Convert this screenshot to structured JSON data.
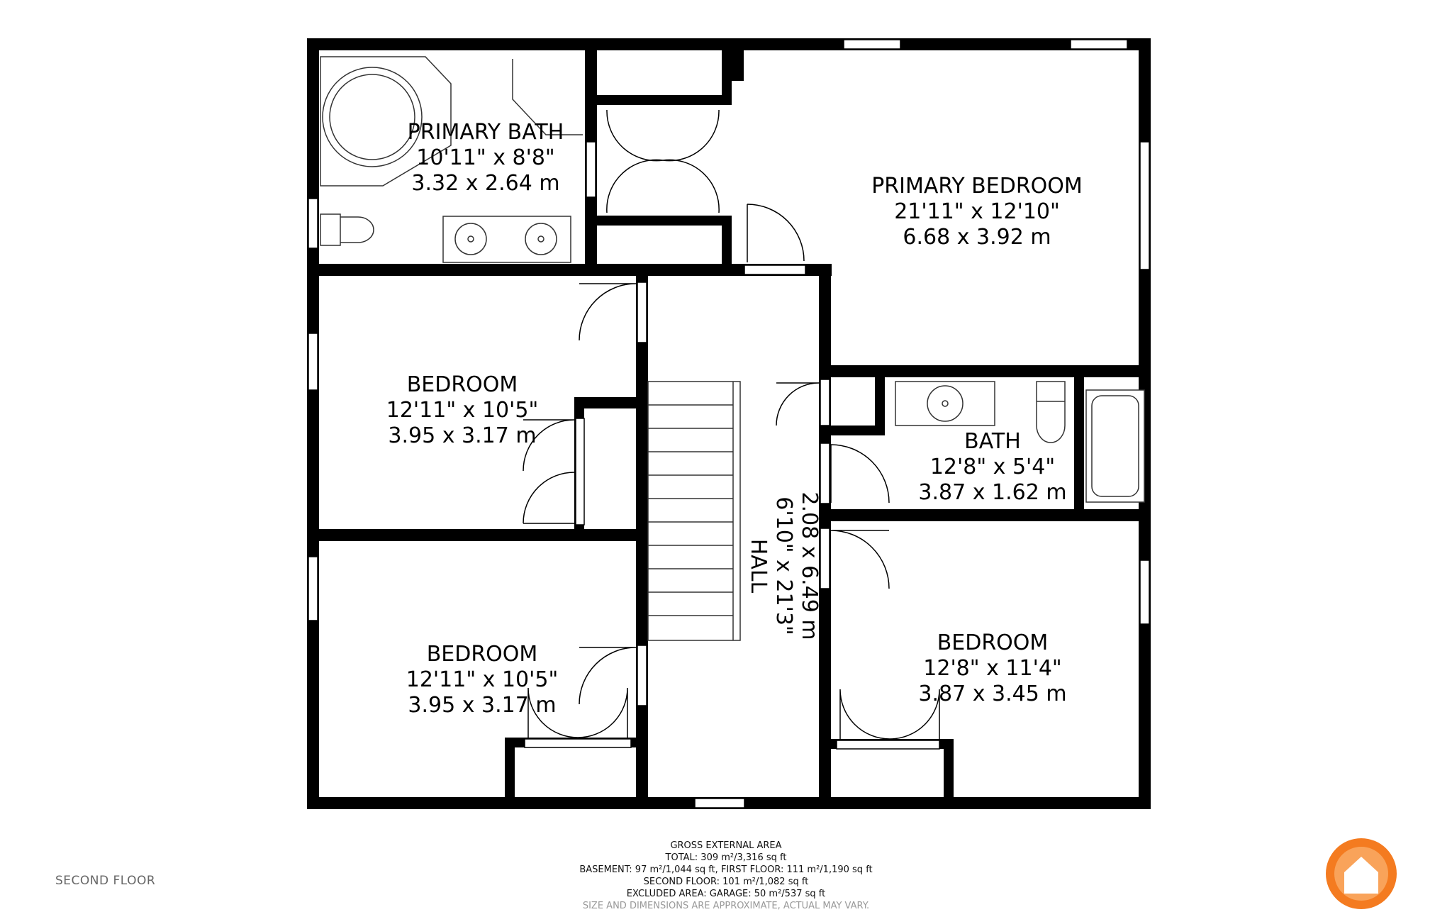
{
  "floor_label": "SECOND FLOOR",
  "rooms": {
    "primary_bath": {
      "name": "PRIMARY BATH",
      "imperial": "10'11\" x 8'8\"",
      "metric": "3.32 x 2.64 m"
    },
    "primary_bedroom": {
      "name": "PRIMARY BEDROOM",
      "imperial": "21'11\" x 12'10\"",
      "metric": "6.68 x 3.92 m"
    },
    "bedroom_upper_left": {
      "name": "BEDROOM",
      "imperial": "12'11\" x 10'5\"",
      "metric": "3.95 x 3.17 m"
    },
    "bedroom_lower_left": {
      "name": "BEDROOM",
      "imperial": "12'11\" x 10'5\"",
      "metric": "3.95 x 3.17 m"
    },
    "hall": {
      "name": "HALL",
      "imperial": "6'10\" x 21'3\"",
      "metric": "2.08 x 6.49 m"
    },
    "bath": {
      "name": "BATH",
      "imperial": "12'8\" x 5'4\"",
      "metric": "3.87 x 1.62 m"
    },
    "bedroom_lower_right": {
      "name": "BEDROOM",
      "imperial": "12'8\" x 11'4\"",
      "metric": "3.87 x 3.45 m"
    }
  },
  "area_summary": {
    "heading": "GROSS EXTERNAL AREA",
    "total": "TOTAL: 309 m²/3,316 sq ft",
    "basement_first": "BASEMENT: 97 m²/1,044 sq ft, FIRST FLOOR: 111 m²/1,190 sq ft",
    "second": "SECOND FLOOR: 101 m²/1,082 sq ft",
    "excluded": "EXCLUDED AREA: GARAGE: 50 m²/537 sq ft",
    "disclaimer": "SIZE AND DIMENSIONS ARE APPROXIMATE, ACTUAL MAY VARY."
  },
  "colors": {
    "wall": "#000000",
    "background": "#ffffff",
    "logo": "#f47b20",
    "fixture": "#333333"
  },
  "logo_icon": "house-icon"
}
